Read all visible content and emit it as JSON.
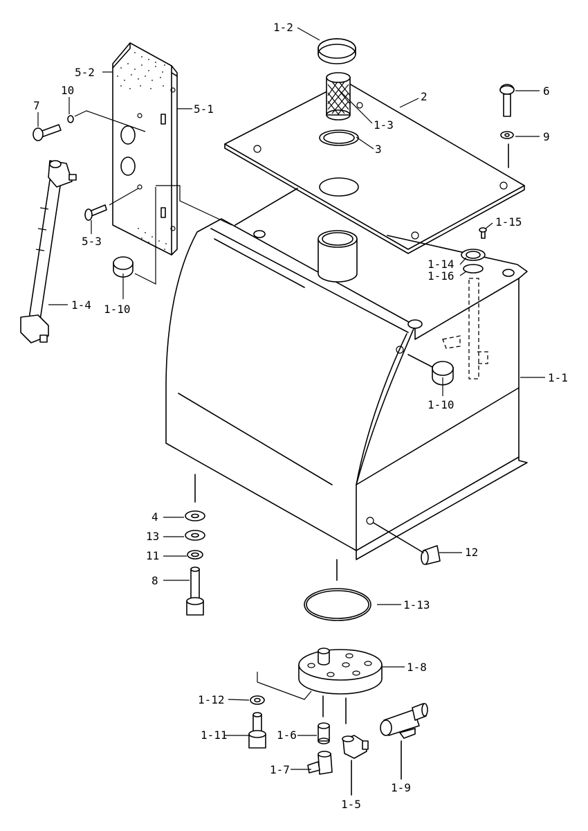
{
  "labels": {
    "l_1_1": "1-1",
    "l_1_2": "1-2",
    "l_1_3": "1-3",
    "l_1_4": "1-4",
    "l_1_5": "1-5",
    "l_1_6": "1-6",
    "l_1_7": "1-7",
    "l_1_8": "1-8",
    "l_1_9": "1-9",
    "l_1_10a": "1-10",
    "l_1_10b": "1-10",
    "l_1_11": "1-11",
    "l_1_12": "1-12",
    "l_1_13": "1-13",
    "l_1_14": "1-14",
    "l_1_15": "1-15",
    "l_1_16": "1-16",
    "l_2": "2",
    "l_3": "3",
    "l_4": "4",
    "l_5_1": "5-1",
    "l_5_2": "5-2",
    "l_5_3": "5-3",
    "l_6": "6",
    "l_7": "7",
    "l_8": "8",
    "l_9": "9",
    "l_10": "10",
    "l_11": "11",
    "l_12": "12",
    "l_13": "13"
  }
}
